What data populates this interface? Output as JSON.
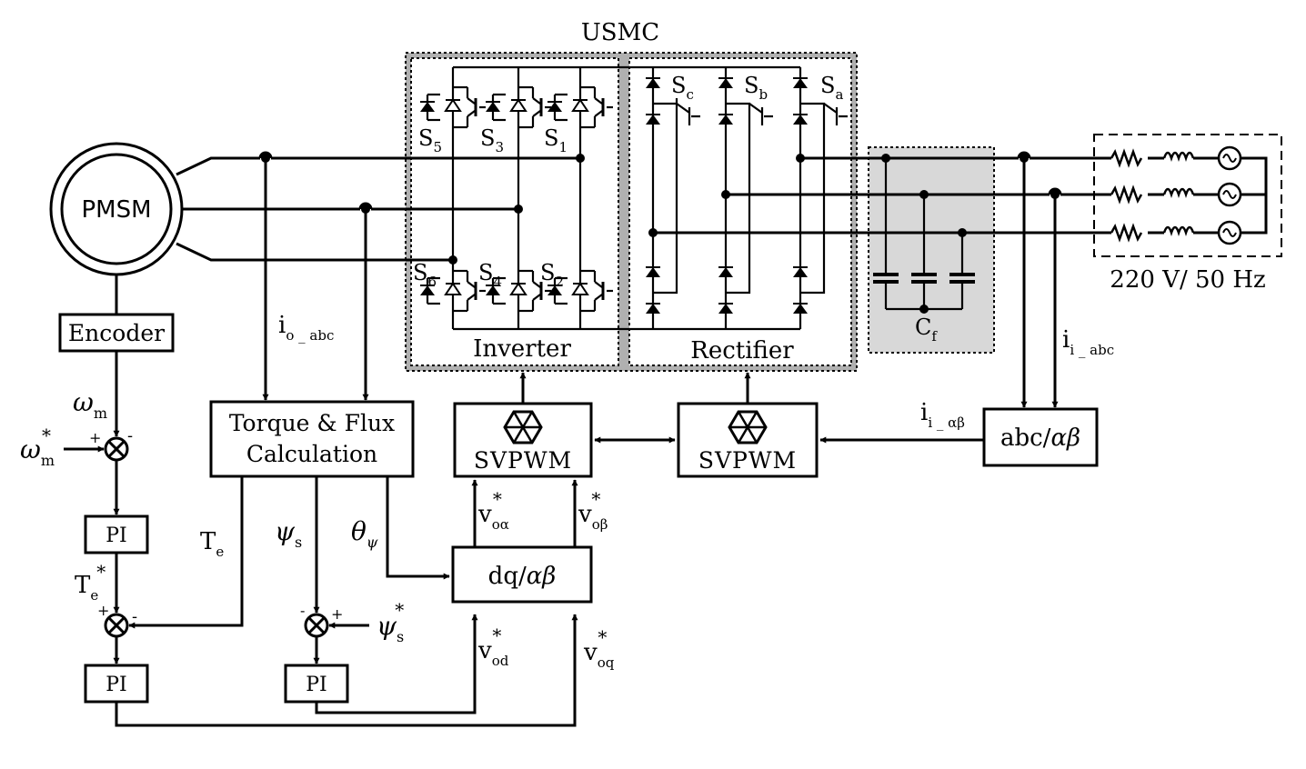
{
  "labels": {
    "usmc": "USMC",
    "motor": "PMSM",
    "encoder": "Encoder",
    "inverter": "Inverter",
    "rectifier": "Rectifier",
    "torque_flux_1": "Torque & Flux",
    "torque_flux_2": "Calculation",
    "svpwm_inv": "SVPWM",
    "svpwm_rec": "SVPWM",
    "abc_ab": "abc/",
    "abc_ab_greek": "αβ",
    "dq_ab": "dq/",
    "dq_ab_greek": "αβ",
    "pi_speed": "PI",
    "pi_torque": "PI",
    "pi_flux": "PI",
    "source": "220 V/ 50 Hz",
    "cf": "C",
    "cf_sub": "f"
  },
  "switches": {
    "s5": "S",
    "s5_sub": "5",
    "s3": "S",
    "s3_sub": "3",
    "s1": "S",
    "s1_sub": "1",
    "s6": "S",
    "s6_sub": "6",
    "s4": "S",
    "s4_sub": "4",
    "s2": "S",
    "s2_sub": "2",
    "sc": "S",
    "sc_sub": "c",
    "sb": "S",
    "sb_sub": "b",
    "sa": "S",
    "sa_sub": "a"
  },
  "signals": {
    "omega_m": "ω",
    "omega_m_sub": "m",
    "omega_ref": "ω",
    "omega_ref_sub": "m",
    "omega_ref_sup": "*",
    "te": "T",
    "te_sub": "e",
    "te_ref": "T",
    "te_ref_sub": "e",
    "te_ref_sup": "*",
    "psi_s": "ψ",
    "psi_s_sub": "s",
    "psi_ref": "ψ",
    "psi_ref_sub": "s",
    "psi_ref_sup": "*",
    "theta_psi": "θ",
    "theta_psi_sub": "ψ",
    "io_abc": "i",
    "io_abc_sub": "o _ abc",
    "ii_abc": "i",
    "ii_abc_sub": "i _ abc",
    "ii_ab": "i",
    "ii_ab_sub": "i _ αβ",
    "v_oa": "v",
    "v_oa_sub": "oα",
    "v_oa_sup": "*",
    "v_ob": "v",
    "v_ob_sub": "oβ",
    "v_ob_sup": "*",
    "v_od": "v",
    "v_od_sub": "od",
    "v_od_sup": "*",
    "v_oq": "v",
    "v_oq_sub": "oq",
    "v_oq_sup": "*"
  },
  "signs": {
    "plus": "+",
    "minus": "-"
  }
}
